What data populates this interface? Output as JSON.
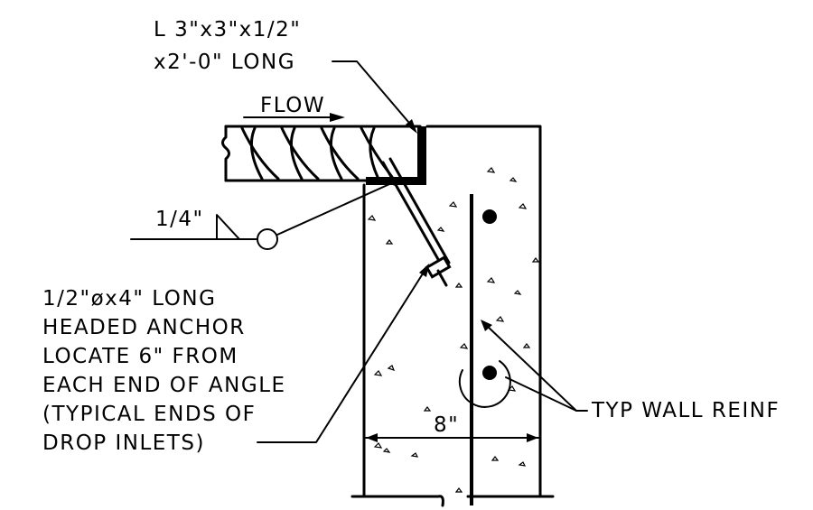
{
  "callouts": {
    "angle_line1": "L 3\"x3\"x1/2\"",
    "angle_line2": "x2'-0\" LONG",
    "flow": "FLOW",
    "weld": "1/4\"",
    "anchor_line1": "1/2\"øx4\" LONG",
    "anchor_line2": "HEADED ANCHOR",
    "anchor_line3": "LOCATE 6\" FROM",
    "anchor_line4": "EACH END OF ANGLE",
    "anchor_line5": "(TYPICAL ENDS OF",
    "anchor_line6": "DROP INLETS)",
    "wall_reinf": "TYP WALL REINF",
    "wall_thickness": "8\""
  }
}
